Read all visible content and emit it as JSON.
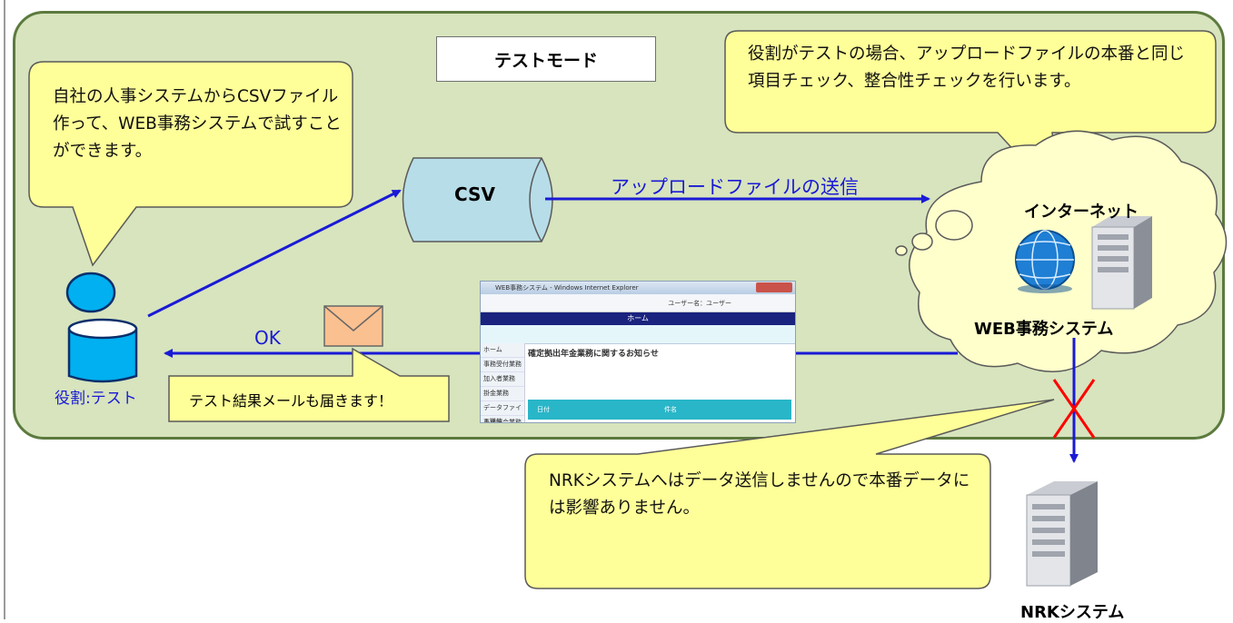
{
  "title_box": "テストモード",
  "bubble_left": "自社の人事システムからCSVファイル作って、WEB事務システムで試すことができます。",
  "bubble_right": "役割がテストの場合、アップロードファイルの本番と同じ項目チェック、整合性チェックを行います。",
  "bubble_mail": "テスト結果メールも届きます！",
  "bubble_nrk": "NRKシステムへはデータ送信しませんので本番データには影響ありません。",
  "csv_label": "CSV",
  "upload_label": "アップロードファイルの送信",
  "ok_label": "OK",
  "role_label": "役割:テスト",
  "internet_label": "インターネット",
  "web_label": "WEB事務システム",
  "nrk_label": "NRKシステム",
  "screenshot": {
    "window_title": "WEB事務システム - Windows Internet Explorer",
    "header_text": "ユーザー名：ユーザー",
    "home_bar": "ホーム",
    "side_items": [
      "ホーム",
      "事務受付業務",
      "加入者業務",
      "掛金業務",
      "データファイル送信",
      "事務照会業務"
    ],
    "notice_title": "確定拠出年金業務に関するお知らせ",
    "col_date": "日付",
    "col_subject": "件名"
  },
  "colors": {
    "panel_fill": "#d7e4bd",
    "panel_border": "#5c7a3e",
    "bubble_fill": "#ffff99",
    "arrow_blue": "#1a1ad6",
    "csv_fill": "#b7dde8",
    "cloud_fill": "#ffffcc",
    "envelope_fill": "#fac090",
    "person_fill": "#00b0f0",
    "cross_red": "#ff0000"
  }
}
